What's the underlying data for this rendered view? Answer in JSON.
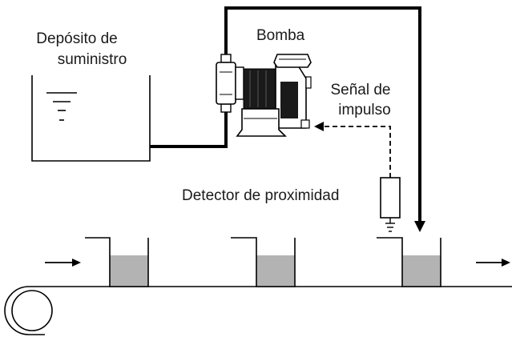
{
  "labels": {
    "tank_line1": "Depósito de",
    "tank_line2": "suministro",
    "pump": "Bomba",
    "signal_line1": "Señal de",
    "signal_line2": "impulso",
    "detector": "Detector de proximidad"
  },
  "colors": {
    "line": "#000000",
    "liquid": "#b3b3b3",
    "pump_body": "#1a1a1a",
    "pump_shade": "#9a9a9a"
  },
  "icons": [
    "water-level-icon",
    "flow-arrow-icon",
    "ground-icon"
  ]
}
